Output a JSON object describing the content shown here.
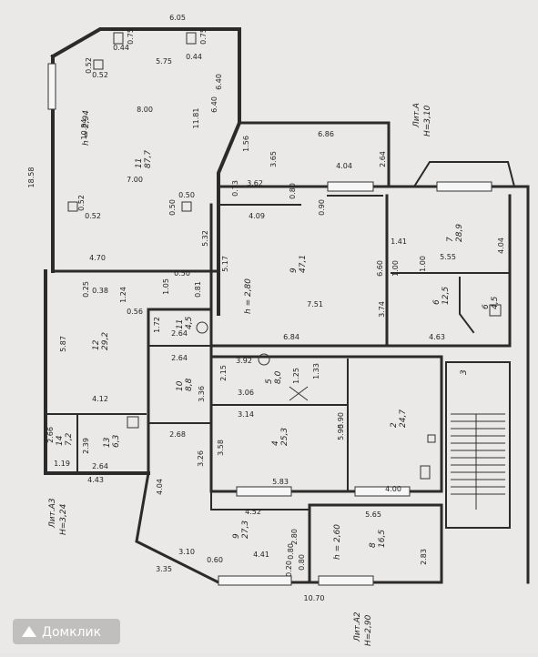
{
  "floor_labels": {
    "lit_a": "Лит.А",
    "lit_a_h": "Н=3,10",
    "lit_a3": "Лит.А3",
    "lit_a3_h": "Н=3,24",
    "lit_a2": "Лит.А2",
    "lit_a2_h": "Н=2,90"
  },
  "rooms": {
    "r11": "11\n87,7",
    "r9": "9\n47,1",
    "r7": "7\n28,9",
    "r12": "12\n29,2",
    "r11a": "11\n4,5",
    "r10": "10\n8,8",
    "r5": "5\n8,0",
    "r4": "4\n25,3",
    "r6": "6\n12,5",
    "r6a": "6\n4,5",
    "r24": "2\n24,7",
    "r3": "3",
    "r14": "14\n7,2",
    "r13": "13\n6,3",
    "r9b": "9\n27,3",
    "r8": "8\n16,5"
  },
  "heights": {
    "h_294": "h = 2,94",
    "h_280": "h = 2,80",
    "h_260": "h = 2,60"
  },
  "dims": {
    "d605": "6.05",
    "d075a": "0.75",
    "d044a": "0.44",
    "d075b": "0.75",
    "d044b": "0.44",
    "d575": "5.75",
    "d052a": "0.52",
    "d052b": "0.52",
    "d640": "6.40",
    "d800": "8.00",
    "d1084": "10.84",
    "d1181": "11.81",
    "d640b": "6.40",
    "d1858": "18.58",
    "d700": "7.00",
    "d052c": "0.52",
    "d052d": "0.52",
    "d050a": "0.50",
    "d050b": "0.50",
    "d156": "1.56",
    "d365": "3.65",
    "d686": "6.86",
    "d404a": "4.04",
    "d264": "2.64",
    "d073": "0.73",
    "d362": "3.62",
    "d080a": "0.80",
    "d409": "4.09",
    "d090": "0.90",
    "d532": "5.32",
    "d517": "5.17",
    "d470": "4.70",
    "d050c": "0.50",
    "d105": "1.05",
    "d081": "0.81",
    "d025": "0.25",
    "d038": "0.38",
    "d124": "1.24",
    "d056": "0.56",
    "d587": "5.87",
    "d172": "1.72",
    "d264b": "2.64",
    "d264c": "2.64",
    "d751": "7.51",
    "d684": "6.84",
    "d660": "6.60",
    "d374": "3.74",
    "d141": "1.41",
    "d100a": "1.00",
    "d100b": "1.00",
    "d555": "5.55",
    "d404b": "4.04",
    "d463": "4.63",
    "d392": "3.92",
    "d215": "2.15",
    "d125": "1.25",
    "d133": "1.33",
    "d306": "3.06",
    "d336": "3.36",
    "d412": "4.12",
    "d314": "3.14",
    "d590": "5.90",
    "d590b": "5.90",
    "d268": "2.68",
    "d266": "2.66",
    "d239": "2.39",
    "d358": "3.58",
    "d326": "3.26",
    "d119": "1.19",
    "d264d": "2.64",
    "d443": "4.43",
    "d583": "5.83",
    "d400": "4.00",
    "d404c": "4.04",
    "d452": "4.52",
    "d280": "2.80",
    "d565": "5.65",
    "d310": "3.10",
    "d335": "3.35",
    "d441": "4.41",
    "d080b": "0.80",
    "d080c": "0.80",
    "d020": "0.20",
    "d060": "0.60",
    "d283": "2.83",
    "d1070": "10.70"
  },
  "watermark": "Домклик"
}
